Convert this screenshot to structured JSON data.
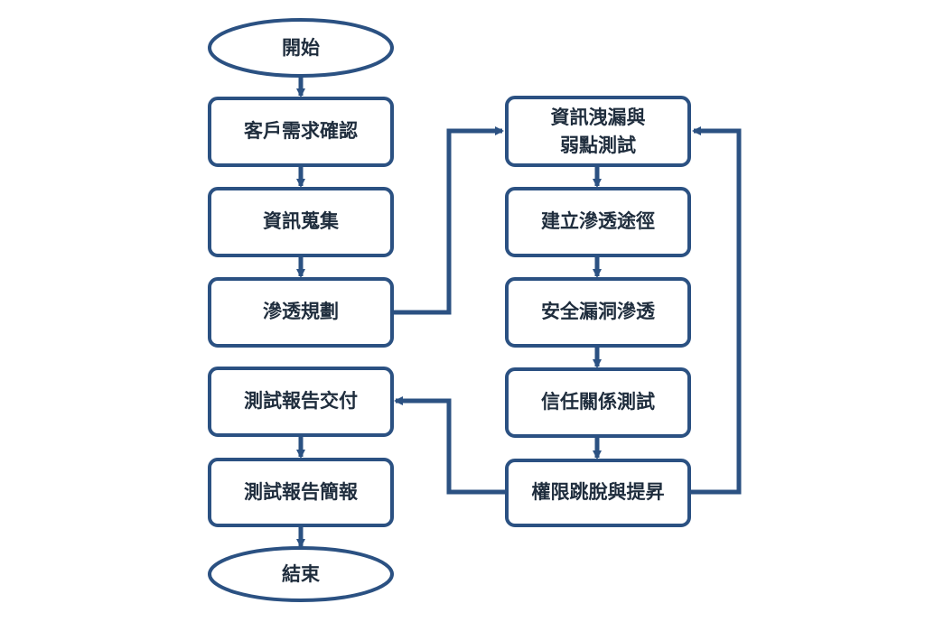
{
  "colors": {
    "stroke": "#2b5182",
    "fill": "#ffffff",
    "text": "#1f2d3d"
  },
  "nodes": {
    "start": "開始",
    "req": "客戶需求確認",
    "info": "資訊蒐集",
    "plan": "滲透規劃",
    "deliver": "測試報告交付",
    "brief": "測試報告簡報",
    "end": "結束",
    "leak_line1": "資訊洩漏與",
    "leak_line2": "弱點測試",
    "path": "建立滲透途徑",
    "vuln": "安全漏洞滲透",
    "trust": "信任關係測試",
    "priv": "權限跳脫與提昇"
  }
}
